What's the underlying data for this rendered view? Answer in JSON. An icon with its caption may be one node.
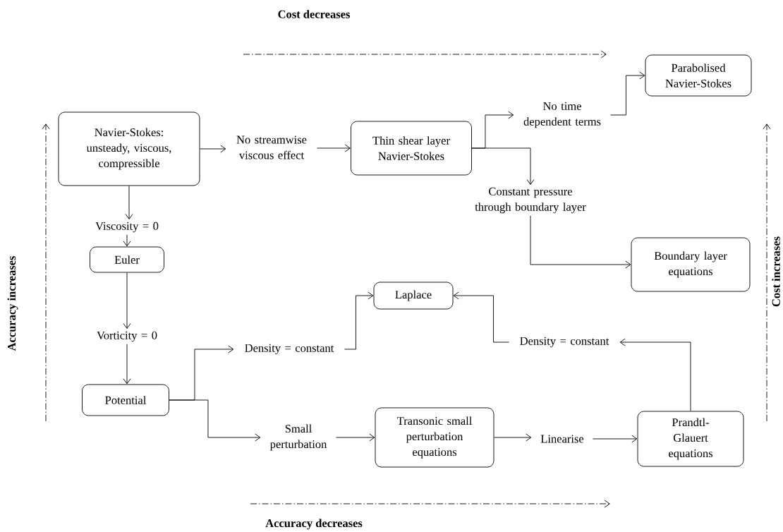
{
  "diagram": {
    "nodes": [
      {
        "text": [
          "Navier-Stokes: unsteady, viscous, compressible"
        ]
      },
      {
        "text": [
          "No streamwise viscous effect"
        ]
      },
      {
        "text": [
          "Thin shear layer Navier-Stokes"
        ]
      },
      {
        "text": [
          "No time dependent terms"
        ]
      },
      {
        "text": [
          "Parabolised Navier-Stokes"
        ]
      },
      {
        "text": [
          "Constant pressure through boundary layer"
        ]
      },
      {
        "text": [
          "Boundary layer equations"
        ]
      },
      {
        "text": [
          "Viscosity  = 0"
        ]
      },
      {
        "text": [
          "Euler"
        ]
      },
      {
        "text": [
          "Vorticity = 0"
        ]
      },
      {
        "text": [
          "Potential"
        ]
      },
      {
        "text": [
          "Density = constant"
        ]
      },
      {
        "text": [
          "Laplace"
        ]
      },
      {
        "text": [
          "Density = constant"
        ]
      },
      {
        "text": [
          "Small perturbation"
        ]
      },
      {
        "text": [
          "Transonic small perturbation equations"
        ]
      },
      {
        "text": [
          "Linearise"
        ]
      },
      {
        "text": [
          "Prandtl-Glauert equations"
        ]
      }
    ],
    "edges": [
      {
        "from": 0,
        "to": 1,
        "arrow": "to"
      },
      {
        "from": 1,
        "to": 2,
        "arrow": "to"
      },
      {
        "from": 2,
        "to": 3,
        "arrow": "to"
      },
      {
        "from": 3,
        "to": 4,
        "arrow": "to"
      },
      {
        "from": 2,
        "to": 5,
        "arrow": "to"
      },
      {
        "from": 5,
        "to": 6,
        "arrow": "to"
      },
      {
        "from": 0,
        "to": 7,
        "arrow": "to"
      },
      {
        "from": 7,
        "to": 8,
        "arrow": "to"
      },
      {
        "from": 8,
        "to": 9,
        "arrow": "to"
      },
      {
        "from": 9,
        "to": 10,
        "arrow": "to"
      },
      {
        "from": 10,
        "to": 11,
        "arrow": "to"
      },
      {
        "from": 11,
        "to": 12,
        "arrow": "to"
      },
      {
        "from": 13,
        "to": 12,
        "arrow": "to"
      },
      {
        "from": 17,
        "to": 13,
        "arrow": "to"
      },
      {
        "from": 10,
        "to": 14,
        "arrow": "to"
      },
      {
        "from": 14,
        "to": 15,
        "arrow": "to"
      },
      {
        "from": 15,
        "to": 16,
        "arrow": "to"
      },
      {
        "from": 16,
        "to": 17,
        "arrow": "to"
      }
    ],
    "labels": [
      "Cost decreases",
      "Accuracy increases",
      "Cost increases",
      "Accuracy decreases"
    ]
  }
}
